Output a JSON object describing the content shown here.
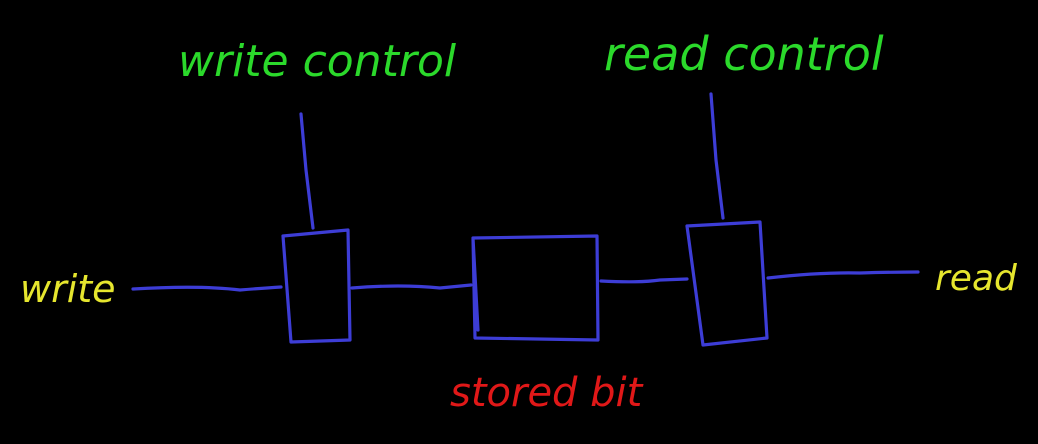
{
  "colors": {
    "background": "#000000",
    "wire": "#3d3dd6",
    "control_label": "#2bd92b",
    "io_label": "#e6e62e",
    "stored_label": "#e01818"
  },
  "labels": {
    "write_control": "write control",
    "read_control": "read control",
    "write": "write",
    "read": "read",
    "stored_bit": "stored bit"
  }
}
